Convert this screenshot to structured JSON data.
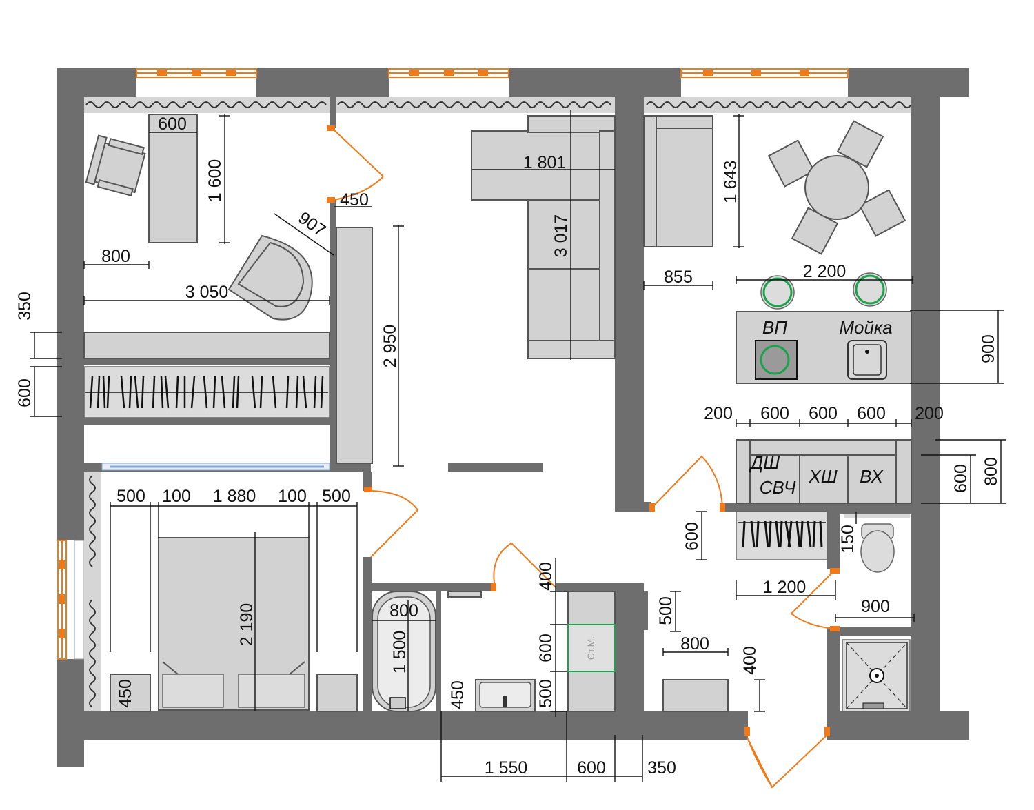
{
  "dimensions": {
    "desk_width": "600",
    "desk_length": "1 600",
    "armchair": "907",
    "door_gap": "450",
    "study_clear": "800",
    "study_width": "3 050",
    "wall_small_left": "350",
    "wardrobe_depth_left": "600",
    "corridor_wardrobe": "2 950",
    "sofa_width": "1 801",
    "sofa_length": "3 017",
    "kitchen_sofa": "1 643",
    "kitchen_clear": "855",
    "island_length": "2 200",
    "island_depth": "900",
    "module_200_left": "200",
    "module_600_1": "600",
    "module_600_2": "600",
    "module_600_3": "600",
    "module_200_right": "200",
    "cabinet_depth": "600",
    "cabinet_total": "800",
    "bed_side_left": "500",
    "bed_gap_left": "100",
    "bed_width": "1 880",
    "bed_gap_right": "100",
    "bed_side_right": "500",
    "bed_length": "2 190",
    "nightstand_left": "450",
    "bath_width": "800",
    "bath_length": "1 500",
    "sink_450": "450",
    "bath_400": "400",
    "bath_600": "600",
    "bath_500": "500",
    "hall_wardrobe_depth": "600",
    "hall_wardrobe_len": "1 200",
    "wc_150": "150",
    "hall_500": "500",
    "hall_800": "800",
    "hall_400": "400",
    "shower_width": "900",
    "bottom_1550": "1 550",
    "bottom_600": "600",
    "bottom_350": "350"
  },
  "labels": {
    "cooktop": "ВП",
    "sink": "Мойка",
    "dishwasher": "ДШ",
    "microwave": "СВЧ",
    "fridge": "ХШ",
    "oven": "ВХ",
    "washer": "Ст.М."
  },
  "colors": {
    "wall": "#6e6e6e",
    "furniture": "#d2d2d2",
    "door": "#f07a1a",
    "accent_green": "#1aa34a",
    "window_glass": "#7ea6d8"
  }
}
